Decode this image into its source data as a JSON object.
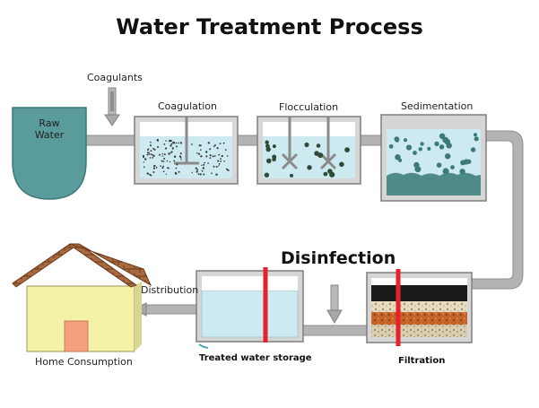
{
  "title": "Water Treatment Process",
  "labels": {
    "raw_water_line1": "Raw",
    "raw_water_line2": "Water",
    "coagulants": "Coagulants",
    "coagulation": "Coagulation",
    "flocculation": "Flocculation",
    "sedimentation": "Sedimentation",
    "disinfection": "Disinfection",
    "filtration": "Filtration",
    "treated_water_storage": "Treated water storage",
    "distribution": "Distribution",
    "home_consumption": "Home Consumption"
  },
  "colors": {
    "water": "#cdeaf0",
    "raw_water": "#5a9b9b",
    "pipe": "#b3b3b3",
    "disinfection_bar": "#e8202a",
    "roof": "#a0633a",
    "house_wall": "#f4f2a6",
    "door": "#f4a07c"
  }
}
